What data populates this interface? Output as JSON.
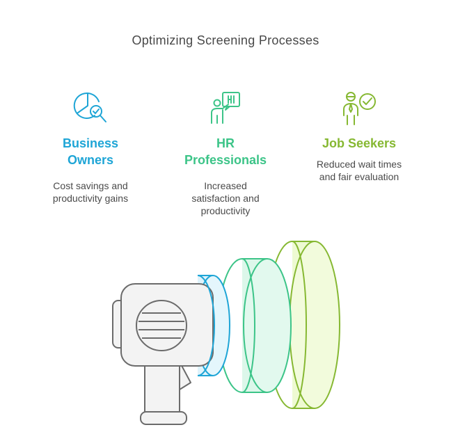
{
  "title": "Optimizing Screening Processes",
  "columns": [
    {
      "heading_line1": "Business",
      "heading_line2": "Owners",
      "desc_line1": "Cost savings and",
      "desc_line2": "productivity gains",
      "desc_line3": "",
      "icon": "pie-chart-magnifier-icon",
      "color": "#1ea5d6"
    },
    {
      "heading_line1": "HR",
      "heading_line2": "Professionals",
      "desc_line1": "Increased",
      "desc_line2": "satisfaction and",
      "desc_line3": "productivity",
      "icon": "presenter-board-icon",
      "color": "#3cc488"
    },
    {
      "heading_line1": "Job Seekers",
      "heading_line2": "",
      "desc_line1": "Reduced wait times",
      "desc_line2": "and fair evaluation",
      "desc_line3": "",
      "icon": "person-checkmark-icon",
      "color": "#86b832"
    }
  ],
  "illustration": {
    "icon": "megaphone-icon",
    "ring_colors": [
      "#1ea5d6",
      "#3cc488",
      "#86b832"
    ]
  }
}
